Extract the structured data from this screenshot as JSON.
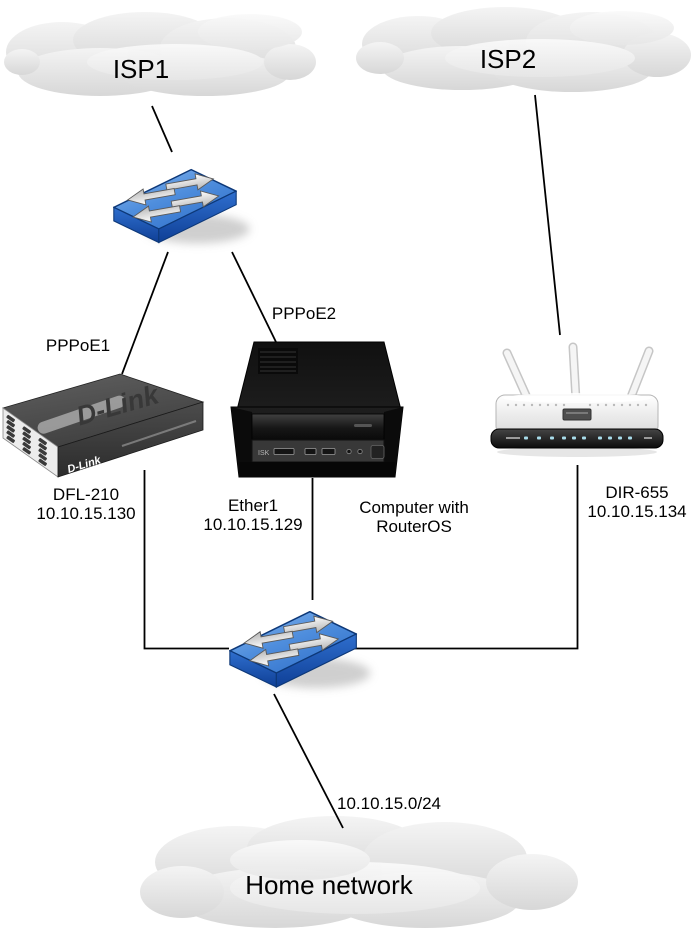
{
  "colors": {
    "switch_blue": "#3b7ad4",
    "cloud_gray": "#e4e4e4",
    "link_line": "#000000"
  },
  "clouds": {
    "isp1": {
      "label": "ISP1"
    },
    "isp2": {
      "label": "ISP2"
    },
    "home": {
      "label": "Home network",
      "subnet": "10.10.15.0/24"
    }
  },
  "links": {
    "pppoe1_label": "PPPoE1",
    "pppoe2_label": "PPPoE2"
  },
  "devices": {
    "dfl210": {
      "name": "DFL-210",
      "ip": "10.10.15.130",
      "brand": "D-Link"
    },
    "routeros": {
      "interface": "Ether1",
      "ip": "10.10.15.129",
      "caption_lines": [
        "Computer with",
        "RouterOS"
      ],
      "front_text": "ISK"
    },
    "dir655": {
      "name": "DIR-655",
      "ip": "10.10.15.134"
    }
  }
}
